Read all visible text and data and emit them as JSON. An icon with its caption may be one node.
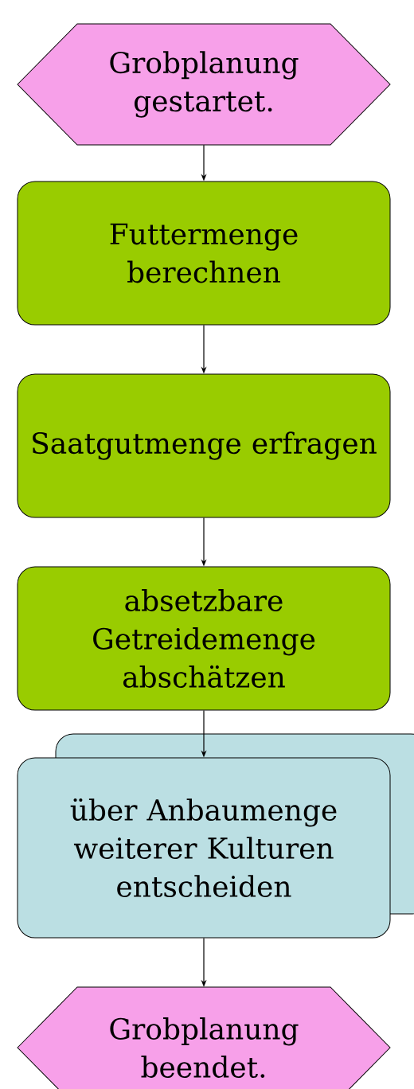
{
  "diagram": {
    "nodes": [
      {
        "text": [
          "Grobplanung gestartet."
        ]
      },
      {
        "text": [
          "Futtermenge berechnen"
        ]
      },
      {
        "text": [
          "Saatgutmenge erfragen"
        ]
      },
      {
        "text": [
          "absetzbare Getreidemenge abschätzen"
        ]
      },
      {
        "text": [
          "über Anbaumenge weiterer Kulturen entscheiden"
        ]
      },
      {
        "text": [
          "Grobplanung beendet."
        ]
      }
    ],
    "edges": [
      {
        "from": 0,
        "to": 1,
        "arrow": "to"
      },
      {
        "from": 1,
        "to": 2,
        "arrow": "to"
      },
      {
        "from": 2,
        "to": 3,
        "arrow": "to"
      },
      {
        "from": 3,
        "to": 4,
        "arrow": "to"
      },
      {
        "from": 4,
        "to": 5,
        "arrow": "to"
      }
    ]
  }
}
